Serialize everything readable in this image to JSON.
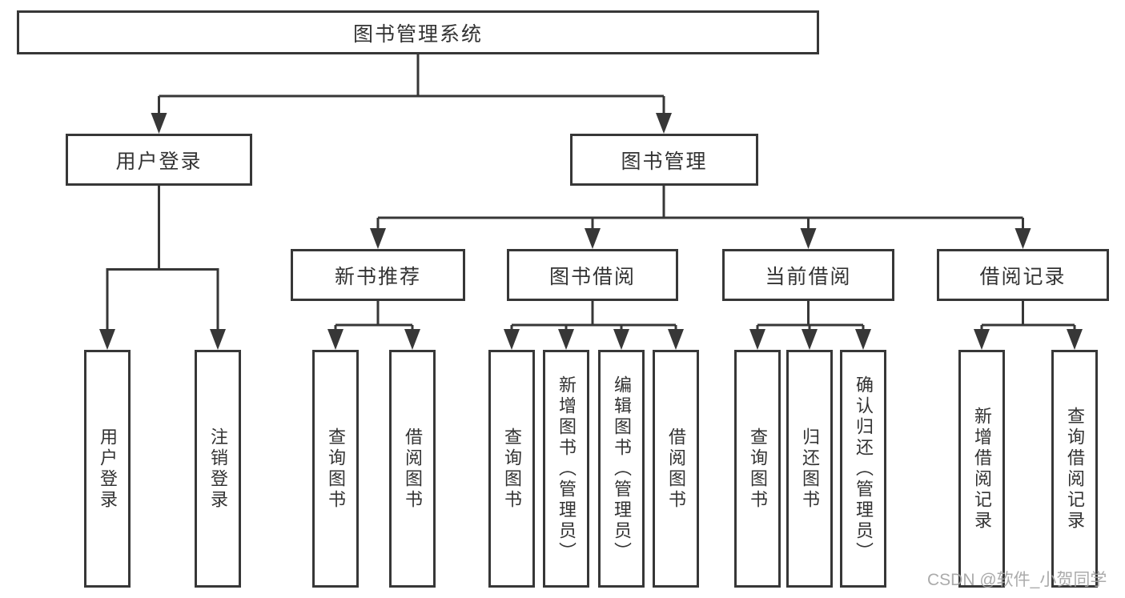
{
  "colors": {
    "background": "#ffffff",
    "line": "#373737",
    "box_border": "#373737",
    "text": "#333333",
    "watermark": "#a4a4a4"
  },
  "watermark": {
    "text": "CSDN @软件_小贺同学"
  },
  "tree": {
    "label": "图书管理系统",
    "children": [
      {
        "label": "用户登录",
        "children": [
          {
            "label": "用户登录"
          },
          {
            "label": "注销登录"
          }
        ]
      },
      {
        "label": "图书管理",
        "children": [
          {
            "label": "新书推荐",
            "children": [
              {
                "label": "查询图书"
              },
              {
                "label": "借阅图书"
              }
            ]
          },
          {
            "label": "图书借阅",
            "children": [
              {
                "label": "查询图书"
              },
              {
                "label": "新增图书（管理员）"
              },
              {
                "label": "编辑图书（管理员）"
              },
              {
                "label": "借阅图书"
              }
            ]
          },
          {
            "label": "当前借阅",
            "children": [
              {
                "label": "查询图书"
              },
              {
                "label": "归还图书"
              },
              {
                "label": "确认归还（管理员）"
              }
            ]
          },
          {
            "label": "借阅记录",
            "children": [
              {
                "label": "新增借阅记录"
              },
              {
                "label": "查询借阅记录"
              }
            ]
          }
        ]
      }
    ]
  }
}
